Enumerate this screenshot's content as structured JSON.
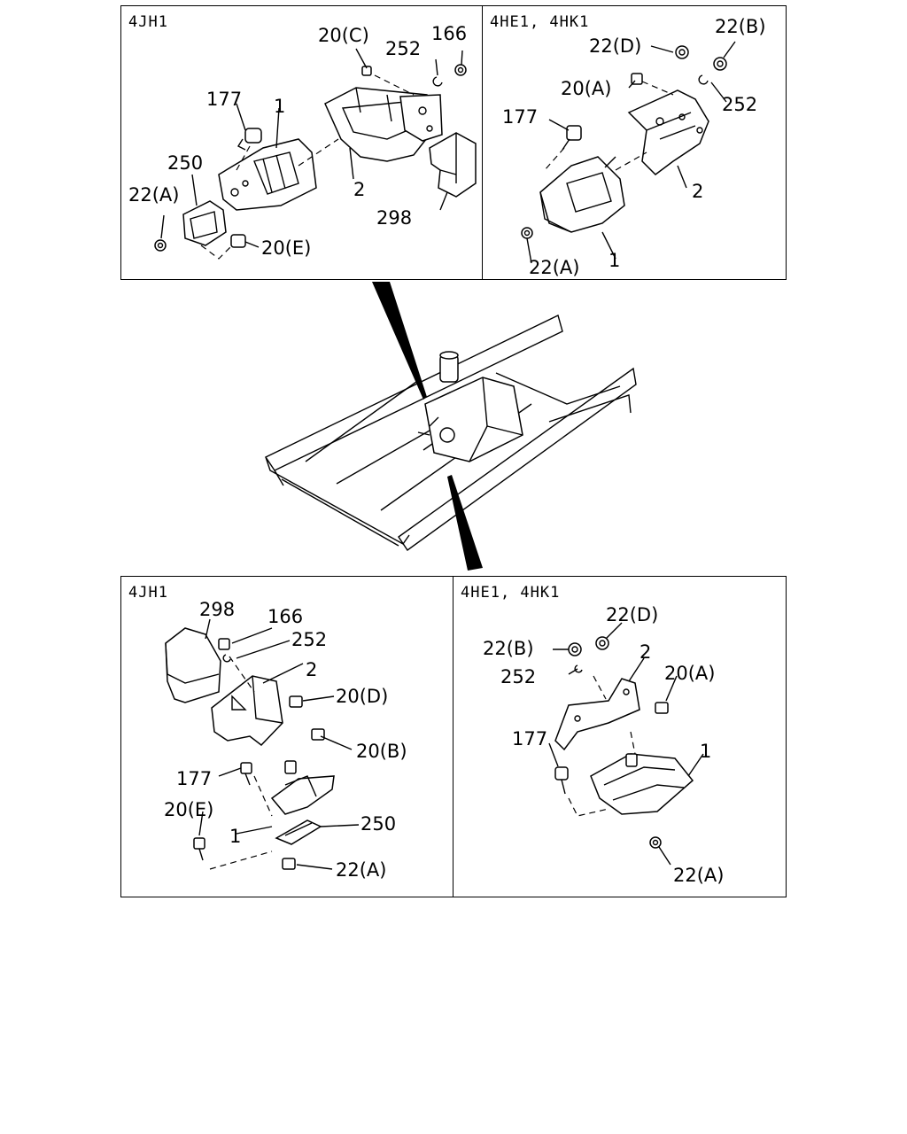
{
  "panels": {
    "top_left": {
      "title": "4JH1",
      "labels": [
        "20(C)",
        "252",
        "166",
        "177",
        "1",
        "250",
        "2",
        "22(A)",
        "298",
        "20(E)"
      ]
    },
    "top_right": {
      "title": "4HE1, 4HK1",
      "labels": [
        "22(D)",
        "22(B)",
        "20(A)",
        "252",
        "177",
        "2",
        "22(A)",
        "1"
      ]
    },
    "bottom_left": {
      "title": "4JH1",
      "labels": [
        "298",
        "166",
        "252",
        "2",
        "20(D)",
        "20(B)",
        "177",
        "20(E)",
        "250",
        "1",
        "22(A)"
      ]
    },
    "bottom_right": {
      "title": "4HE1, 4HK1",
      "labels": [
        "22(D)",
        "22(B)",
        "2",
        "252",
        "20(A)",
        "177",
        "1",
        "22(A)"
      ]
    }
  }
}
